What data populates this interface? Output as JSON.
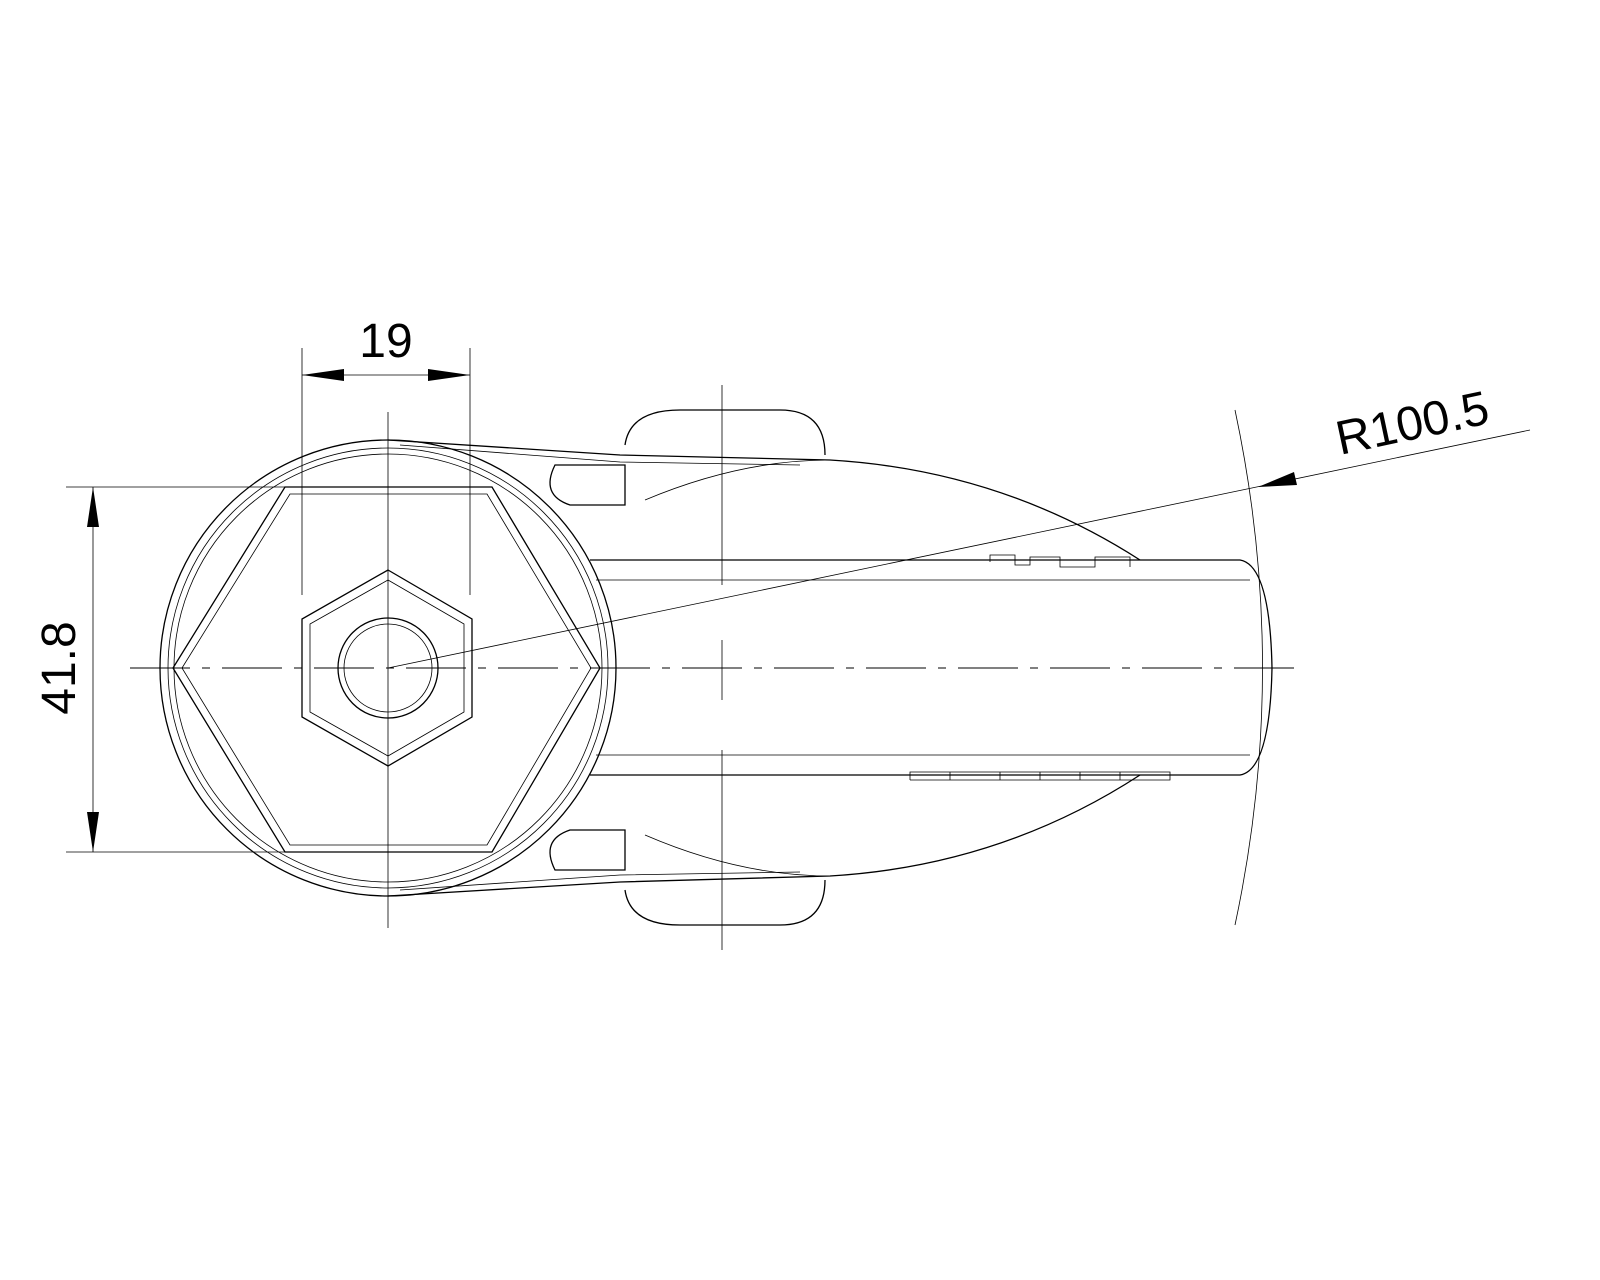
{
  "drawing": {
    "dimensions": [
      {
        "id": "width",
        "label": "19"
      },
      {
        "id": "height",
        "label": "41.8"
      },
      {
        "id": "radius",
        "label": "R100.5"
      }
    ],
    "line_color": "#000000",
    "background": "#ffffff"
  }
}
